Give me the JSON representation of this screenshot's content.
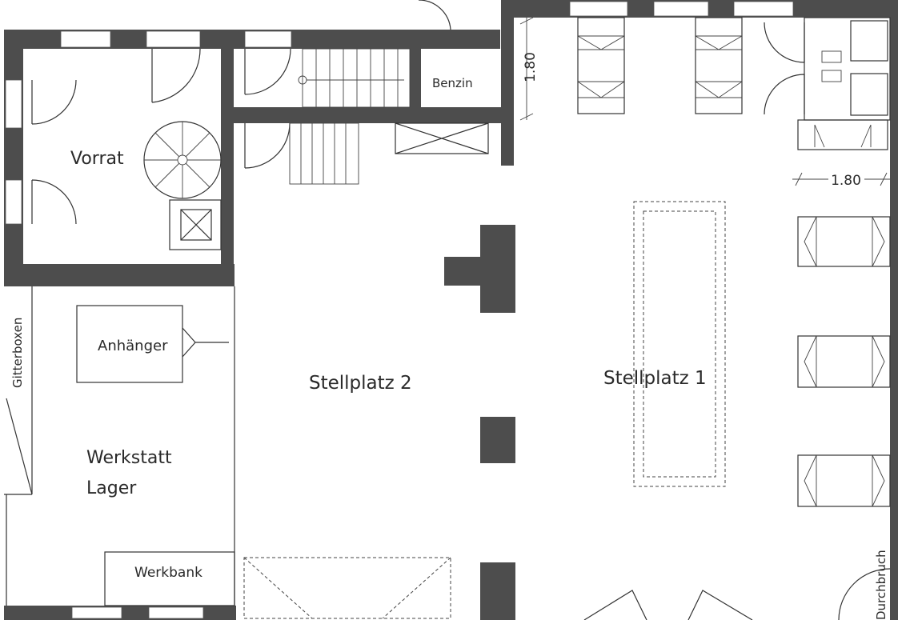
{
  "plan": {
    "rooms": {
      "vorrat": "Vorrat",
      "benzin": "Benzin",
      "anhaenger": "Anhänger",
      "gitterboxen": "Gitterboxen",
      "werkstatt_line1": "Werkstatt",
      "werkstatt_line2": "Lager",
      "werkbank": "Werkbank",
      "stellplatz2": "Stellplatz 2",
      "stellplatz1": "Stellplatz 1",
      "durchbruch": "Durchbruch"
    },
    "dimensions": {
      "vertical": "1.80",
      "horizontal": "1.80"
    }
  }
}
